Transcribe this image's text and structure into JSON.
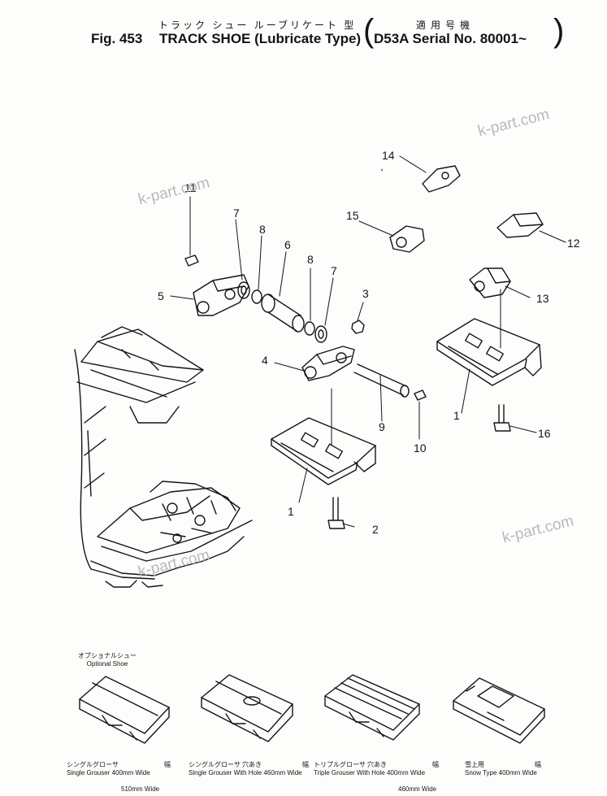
{
  "header": {
    "title_jp": "トラック シュー ルーブリケート 型",
    "fig_label": "Fig. 453",
    "title_en": "TRACK SHOE (Lubricate Type)",
    "applicability_jp": "適用号機",
    "applicability_en": "D53A Serial No. 80001~"
  },
  "watermarks": [
    "k-part.com",
    "k-part.com",
    "k-part.com",
    "k-part.com"
  ],
  "callouts": [
    "1",
    "1",
    "2",
    "3",
    "4",
    "5",
    "6",
    "7",
    "7",
    "8",
    "8",
    "9",
    "10",
    "11",
    "12",
    "13",
    "14",
    "15",
    "16"
  ],
  "optional_shoe": {
    "heading_jp": "オプショナルシュー",
    "heading_en": "Optional Shoe",
    "items": [
      {
        "jp": "シングルグローサ",
        "jp_width": "幅",
        "en": "Single Grouser 400mm Wide",
        "width2": "510mm Wide"
      },
      {
        "jp": "シングルグローサ 穴あき",
        "jp_width": "幅",
        "en": "Single Grouser With Hole 460mm Wide",
        "width2": ""
      },
      {
        "jp": "トリプルグローサ 穴あき",
        "jp_width": "幅",
        "en": "Triple Grouser With Hole 400mm Wide",
        "width2": "460mm Wide"
      },
      {
        "jp": "雪上用",
        "jp_width": "幅",
        "en": "Snow Type 400mm Wide",
        "width2": ""
      }
    ]
  },
  "colors": {
    "ink": "#141414",
    "watermark": "#b9b9b9",
    "paper": "#fdfdfb"
  }
}
